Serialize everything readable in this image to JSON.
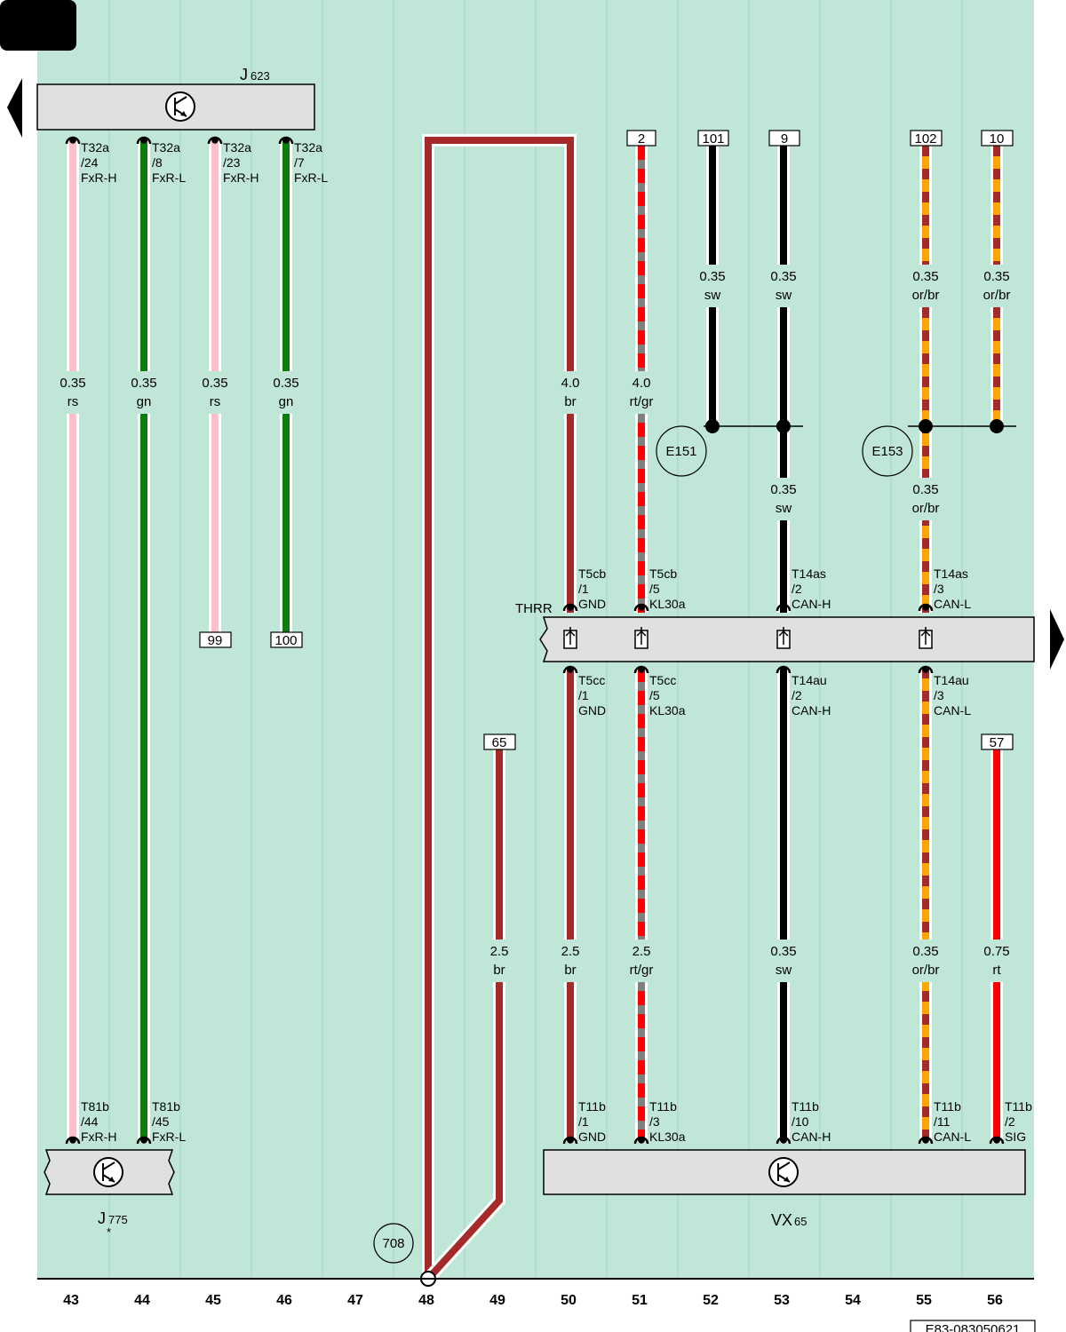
{
  "diagram_id": "E83-083050621",
  "components": {
    "top": {
      "name": "J",
      "sub": "623"
    },
    "bottom_left": {
      "name": "J",
      "sub": "775",
      "note": "*"
    },
    "bottom_right": {
      "name": "VX",
      "sub": "65"
    },
    "mid": {
      "name": "THRR"
    }
  },
  "circles": {
    "e151": "E151",
    "e153": "E153",
    "g708": "708"
  },
  "refs": {
    "r2": "2",
    "r101": "101",
    "r9": "9",
    "r102": "102",
    "r10": "10",
    "r99": "99",
    "r100": "100",
    "r65": "65",
    "r57": "57"
  },
  "wires": {
    "w43": {
      "size": "0.35",
      "color": "rs"
    },
    "w44": {
      "size": "0.35",
      "color": "gn"
    },
    "w45": {
      "size": "0.35",
      "color": "rs"
    },
    "w46": {
      "size": "0.35",
      "color": "gn"
    },
    "w50a": {
      "size": "4.0",
      "color": "br"
    },
    "w50b": {
      "size": "2.5",
      "color": "br"
    },
    "w49": {
      "size": "2.5",
      "color": "br"
    },
    "w51a": {
      "size": "4.0",
      "color": "rt/gr"
    },
    "w51b": {
      "size": "2.5",
      "color": "rt/gr"
    },
    "w52": {
      "size": "0.35",
      "color": "sw"
    },
    "w53a": {
      "size": "0.35",
      "color": "sw"
    },
    "w53b": {
      "size": "0.35",
      "color": "sw"
    },
    "w53c": {
      "size": "0.35",
      "color": "sw"
    },
    "w55a": {
      "size": "0.35",
      "color": "or/br"
    },
    "w56a": {
      "size": "0.35",
      "color": "or/br"
    },
    "w55b": {
      "size": "0.35",
      "color": "or/br"
    },
    "w55c": {
      "size": "0.35",
      "color": "or/br"
    },
    "w56b": {
      "size": "0.75",
      "color": "rt"
    }
  },
  "pins": {
    "p43t": {
      "conn": "T32a",
      "pin": "/24",
      "sig": "FxR-H"
    },
    "p44t": {
      "conn": "T32a",
      "pin": "/8",
      "sig": "FxR-L"
    },
    "p45t": {
      "conn": "T32a",
      "pin": "/23",
      "sig": "FxR-H"
    },
    "p46t": {
      "conn": "T32a",
      "pin": "/7",
      "sig": "FxR-L"
    },
    "p43b": {
      "conn": "T81b",
      "pin": "/44",
      "sig": "FxR-H"
    },
    "p44b": {
      "conn": "T81b",
      "pin": "/45",
      "sig": "FxR-L"
    },
    "p50u": {
      "conn": "T5cb",
      "pin": "/1",
      "sig": "GND"
    },
    "p51u": {
      "conn": "T5cb",
      "pin": "/5",
      "sig": "KL30a"
    },
    "p53u": {
      "conn": "T14as",
      "pin": "/2",
      "sig": "CAN-H"
    },
    "p55u": {
      "conn": "T14as",
      "pin": "/3",
      "sig": "CAN-L"
    },
    "p50d": {
      "conn": "T5cc",
      "pin": "/1",
      "sig": "GND"
    },
    "p51d": {
      "conn": "T5cc",
      "pin": "/5",
      "sig": "KL30a"
    },
    "p53d": {
      "conn": "T14au",
      "pin": "/2",
      "sig": "CAN-H"
    },
    "p55d": {
      "conn": "T14au",
      "pin": "/3",
      "sig": "CAN-L"
    },
    "p50b": {
      "conn": "T11b",
      "pin": "/1",
      "sig": "GND"
    },
    "p51b": {
      "conn": "T11b",
      "pin": "/3",
      "sig": "KL30a"
    },
    "p53b": {
      "conn": "T11b",
      "pin": "/10",
      "sig": "CAN-H"
    },
    "p55b": {
      "conn": "T11b",
      "pin": "/11",
      "sig": "CAN-L"
    },
    "p56b": {
      "conn": "T11b",
      "pin": "/2",
      "sig": "SIG"
    }
  },
  "columns": [
    "43",
    "44",
    "45",
    "46",
    "47",
    "48",
    "49",
    "50",
    "51",
    "52",
    "53",
    "54",
    "55",
    "56"
  ],
  "colors": {
    "background": "#c0e6d8",
    "rs": "#ffc0cb",
    "gn": "#0a7d0a",
    "br": "#a52a2a",
    "rt": "#ff0000",
    "gr": "#808080",
    "sw": "#000000",
    "or": "#ffa500",
    "box": "#e0e0e0"
  }
}
